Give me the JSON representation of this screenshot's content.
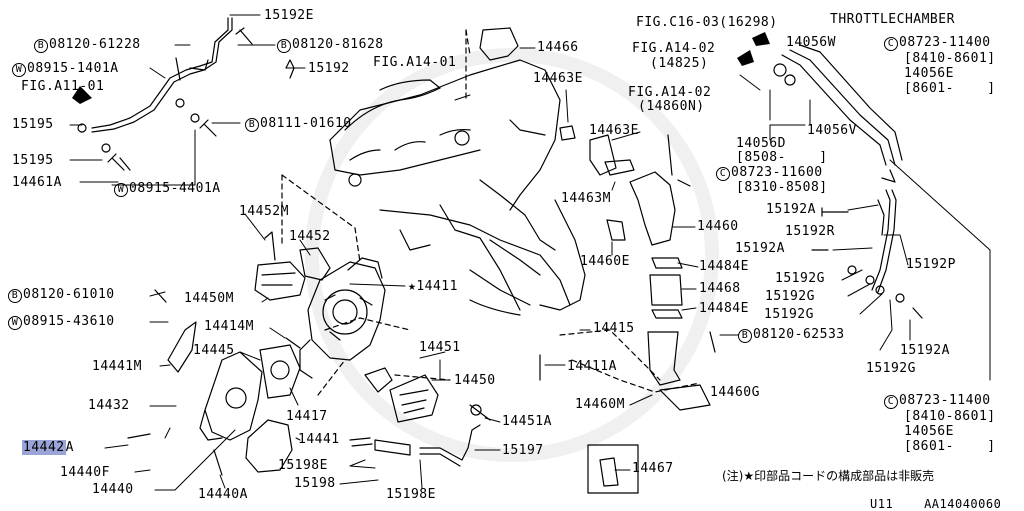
{
  "diagram": {
    "header_throttle": "THROTTLECHAMBER",
    "fig_c16": "FIG.C16-03(16298)",
    "fig_a14_02a": "FIG.A14-02",
    "fig_a14_02a_sub": "(14825)",
    "fig_a14_02b": "FIG.A14-02",
    "fig_a14_02b_sub": "(14860N)",
    "fig_a14_01": "FIG.A14-01",
    "fig_a11": "FIG.A11-01",
    "p15192E": "15192E",
    "p08120_61228": "08120-61228",
    "p08915_1401A": "08915-1401A",
    "p08120_81628": "08120-81628",
    "p15192": "15192",
    "p15195a": "15195",
    "p08111_01610": "08111-01610",
    "p15195b": "15195",
    "p14461A": "14461A",
    "p08915_4401A": "08915-4401A",
    "p14466": "14466",
    "p14463E_a": "14463E",
    "p14463E_b": "14463E",
    "p14463M": "14463M",
    "p14460": "14460",
    "p14460E": "14460E",
    "p14484E_a": "14484E",
    "p14468": "14468",
    "p14484E_b": "14484E",
    "p14415": "14415",
    "p14411A": "14411A",
    "p14460M": "14460M",
    "p14460G": "14460G",
    "p08120_62533": "08120-62533",
    "p14056W": "14056W",
    "p14056V": "14056V",
    "p14056D": "14056D",
    "p8508": "[8508-    ]",
    "p08723_11400a": "08723-11400",
    "p8410_8601a": "[8410-8601]",
    "p14056E_a": "14056E",
    "p8601a": "[8601-    ]",
    "p08723_11600": "08723-11600",
    "p8310_8508": "[8310-8508]",
    "p15192A_a": "15192A",
    "p15192R": "15192R",
    "p15192A_b": "15192A",
    "p15192G_a": "15192G",
    "p15192P": "15192P",
    "p15192G_b": "15192G",
    "p15192G_c": "15192G",
    "p15192A_c": "15192A",
    "p15192G_d": "15192G",
    "p08723_11400b": "08723-11400",
    "p8410_8601b": "[8410-8601]",
    "p14056E_b": "14056E",
    "p8601b": "[8601-    ]",
    "p14452M": "14452M",
    "p14452": "14452",
    "p14411": "14411",
    "p08120_61010": "08120-61010",
    "p14450M": "14450M",
    "p08915_43610": "08915-43610",
    "p14414M": "14414M",
    "p14445": "14445",
    "p14441M": "14441M",
    "p14451": "14451",
    "p14450": "14450",
    "p14432": "14432",
    "p14417": "14417",
    "p14451A": "14451A",
    "p14442": "14442",
    "p14442A": "A",
    "p14441": "14441",
    "p14440F": "14440F",
    "p15198E_a": "15198E",
    "p15197": "15197",
    "p14440": "14440",
    "p15198": "15198",
    "p14440A": "14440A",
    "p15198E_b": "15198E",
    "p14467": "14467",
    "note": "(注)★印部品コードの構成部品は非販売",
    "footer_code": "U11    AA14040060",
    "circle_B": "B",
    "circle_W": "W",
    "circle_C": "C",
    "star": "★"
  }
}
